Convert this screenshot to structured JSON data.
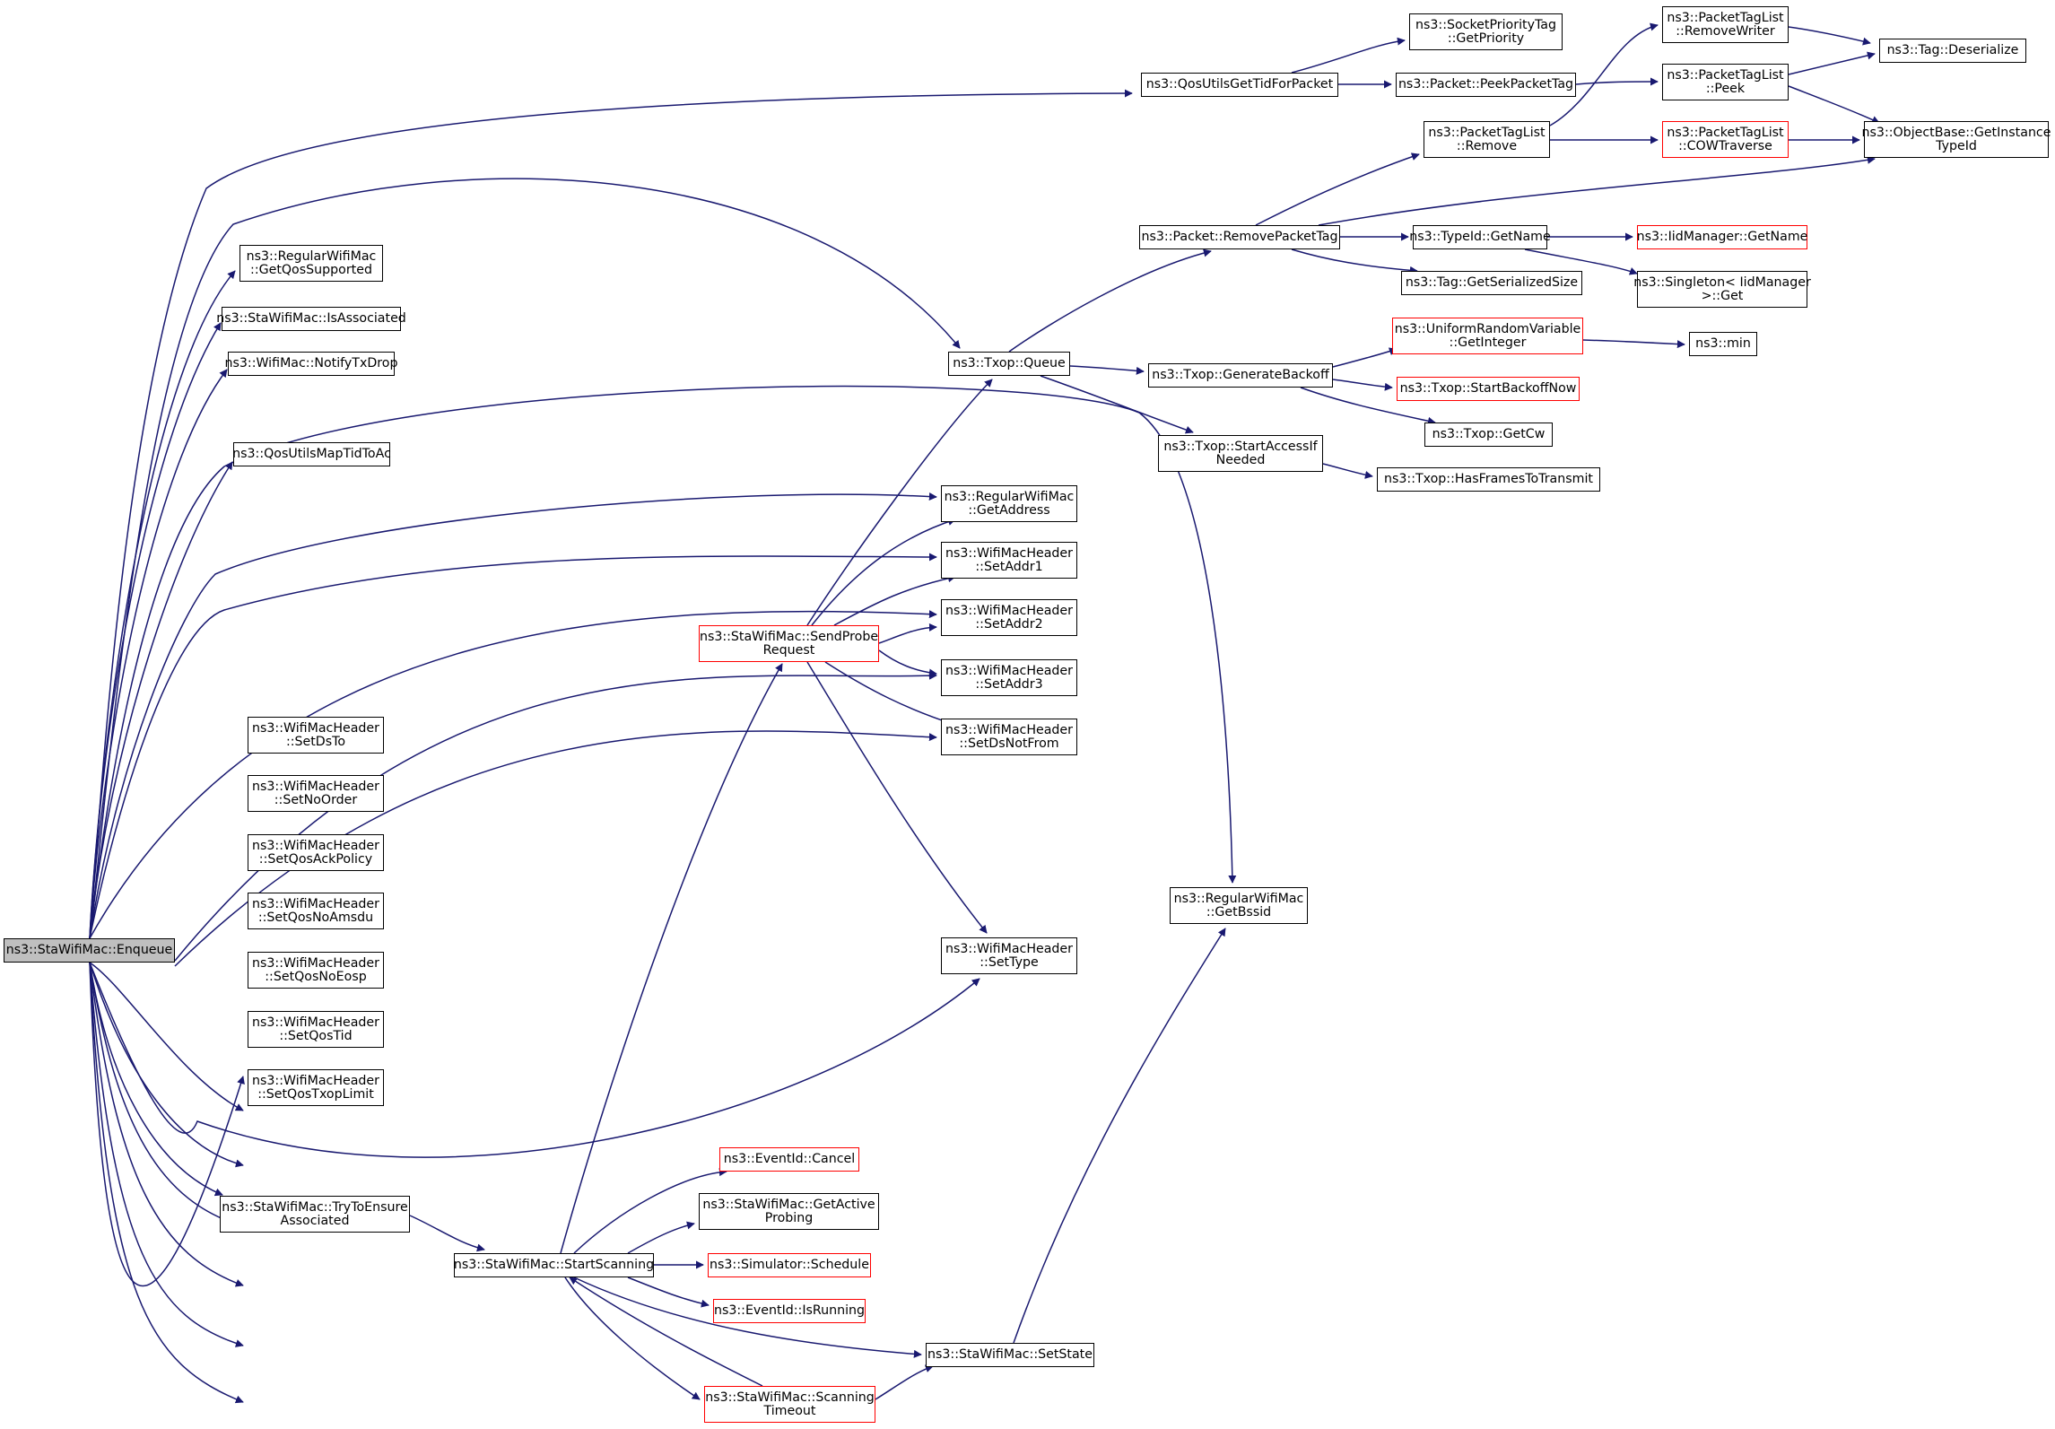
{
  "colors": {
    "edge": "#191970",
    "root_fill": "#bfbfbf",
    "node_border": "#000000",
    "incomplete_border": "#ff0000"
  },
  "nodes": {
    "enqueue": {
      "lines": [
        "ns3::StaWifiMac::Enqueue"
      ],
      "style": "root"
    },
    "qos_tid_for_packet": {
      "lines": [
        "ns3::QosUtilsGetTidForPacket"
      ],
      "style": "normal"
    },
    "socket_priority": {
      "lines": [
        "ns3::SocketPriorityTag",
        "::GetPriority"
      ],
      "style": "normal"
    },
    "peek_packet_tag": {
      "lines": [
        "ns3::Packet::PeekPacketTag"
      ],
      "style": "normal"
    },
    "ptl_remove_writer": {
      "lines": [
        "ns3::PacketTagList",
        "::RemoveWriter"
      ],
      "style": "normal"
    },
    "ptl_peek": {
      "lines": [
        "ns3::PacketTagList",
        "::Peek"
      ],
      "style": "normal"
    },
    "tag_deserialize": {
      "lines": [
        "ns3::Tag::Deserialize"
      ],
      "style": "normal"
    },
    "ptl_remove": {
      "lines": [
        "ns3::PacketTagList",
        "::Remove"
      ],
      "style": "normal"
    },
    "ptl_cow": {
      "lines": [
        "ns3::PacketTagList",
        "::COWTraverse"
      ],
      "style": "red"
    },
    "get_instance_typeid": {
      "lines": [
        "ns3::ObjectBase::GetInstance",
        "TypeId"
      ],
      "style": "normal"
    },
    "remove_packet_tag": {
      "lines": [
        "ns3::Packet::RemovePacketTag"
      ],
      "style": "normal"
    },
    "typeid_getname": {
      "lines": [
        "ns3::TypeId::GetName"
      ],
      "style": "normal"
    },
    "iid_getname": {
      "lines": [
        "ns3::IidManager::GetName"
      ],
      "style": "red"
    },
    "tag_serialized_size": {
      "lines": [
        "ns3::Tag::GetSerializedSize"
      ],
      "style": "normal"
    },
    "singleton_get": {
      "lines": [
        "ns3::Singleton< IidManager",
        ">::Get"
      ],
      "style": "normal"
    },
    "get_qos_supported": {
      "lines": [
        "ns3::RegularWifiMac",
        "::GetQosSupported"
      ],
      "style": "normal"
    },
    "is_associated": {
      "lines": [
        "ns3::StaWifiMac::IsAssociated"
      ],
      "style": "normal"
    },
    "notify_tx_drop": {
      "lines": [
        "ns3::WifiMac::NotifyTxDrop"
      ],
      "style": "normal"
    },
    "map_tid_to_ac": {
      "lines": [
        "ns3::QosUtilsMapTidToAc"
      ],
      "style": "normal"
    },
    "txop_queue": {
      "lines": [
        "ns3::Txop::Queue"
      ],
      "style": "normal"
    },
    "uniform_getinteger": {
      "lines": [
        "ns3::UniformRandomVariable",
        "::GetInteger"
      ],
      "style": "red"
    },
    "ns3_min": {
      "lines": [
        "ns3::min"
      ],
      "style": "normal"
    },
    "generate_backoff": {
      "lines": [
        "ns3::Txop::GenerateBackoff"
      ],
      "style": "normal"
    },
    "start_backoff_now": {
      "lines": [
        "ns3::Txop::StartBackoffNow"
      ],
      "style": "red"
    },
    "txop_getcw": {
      "lines": [
        "ns3::Txop::GetCw"
      ],
      "style": "normal"
    },
    "start_access": {
      "lines": [
        "ns3::Txop::StartAccessIf",
        "Needed"
      ],
      "style": "normal"
    },
    "has_frames": {
      "lines": [
        "ns3::Txop::HasFramesToTransmit"
      ],
      "style": "normal"
    },
    "get_address": {
      "lines": [
        "ns3::RegularWifiMac",
        "::GetAddress"
      ],
      "style": "normal"
    },
    "set_addr1": {
      "lines": [
        "ns3::WifiMacHeader",
        "::SetAddr1"
      ],
      "style": "normal"
    },
    "set_addr2": {
      "lines": [
        "ns3::WifiMacHeader",
        "::SetAddr2"
      ],
      "style": "normal"
    },
    "set_addr3": {
      "lines": [
        "ns3::WifiMacHeader",
        "::SetAddr3"
      ],
      "style": "normal"
    },
    "set_ds_not_from": {
      "lines": [
        "ns3::WifiMacHeader",
        "::SetDsNotFrom"
      ],
      "style": "normal"
    },
    "send_probe": {
      "lines": [
        "ns3::StaWifiMac::SendProbe",
        "Request"
      ],
      "style": "red"
    },
    "get_bssid": {
      "lines": [
        "ns3::RegularWifiMac",
        "::GetBssid"
      ],
      "style": "normal"
    },
    "set_type": {
      "lines": [
        "ns3::WifiMacHeader",
        "::SetType"
      ],
      "style": "normal"
    },
    "set_ds_to": {
      "lines": [
        "ns3::WifiMacHeader",
        "::SetDsTo"
      ],
      "style": "normal"
    },
    "set_no_order": {
      "lines": [
        "ns3::WifiMacHeader",
        "::SetNoOrder"
      ],
      "style": "normal"
    },
    "set_qos_ack": {
      "lines": [
        "ns3::WifiMacHeader",
        "::SetQosAckPolicy"
      ],
      "style": "normal"
    },
    "set_qos_no_amsdu": {
      "lines": [
        "ns3::WifiMacHeader",
        "::SetQosNoAmsdu"
      ],
      "style": "normal"
    },
    "set_qos_no_eosp": {
      "lines": [
        "ns3::WifiMacHeader",
        "::SetQosNoEosp"
      ],
      "style": "normal"
    },
    "set_qos_tid": {
      "lines": [
        "ns3::WifiMacHeader",
        "::SetQosTid"
      ],
      "style": "normal"
    },
    "set_qos_txop_limit": {
      "lines": [
        "ns3::WifiMacHeader",
        "::SetQosTxopLimit"
      ],
      "style": "normal"
    },
    "try_to_ensure": {
      "lines": [
        "ns3::StaWifiMac::TryToEnsure",
        "Associated"
      ],
      "style": "normal"
    },
    "start_scanning": {
      "lines": [
        "ns3::StaWifiMac::StartScanning"
      ],
      "style": "normal"
    },
    "eventid_cancel": {
      "lines": [
        "ns3::EventId::Cancel"
      ],
      "style": "red"
    },
    "get_active_probing": {
      "lines": [
        "ns3::StaWifiMac::GetActive",
        "Probing"
      ],
      "style": "normal"
    },
    "simulator_schedule": {
      "lines": [
        "ns3::Simulator::Schedule"
      ],
      "style": "red"
    },
    "eventid_isrunning": {
      "lines": [
        "ns3::EventId::IsRunning"
      ],
      "style": "red"
    },
    "set_state": {
      "lines": [
        "ns3::StaWifiMac::SetState"
      ],
      "style": "normal"
    },
    "scanning_timeout": {
      "lines": [
        "ns3::StaWifiMac::Scanning",
        "Timeout"
      ],
      "style": "red"
    }
  },
  "edges": [
    [
      "enqueue",
      "qos_tid_for_packet"
    ],
    [
      "enqueue",
      "txop_queue"
    ],
    [
      "enqueue",
      "get_qos_supported"
    ],
    [
      "enqueue",
      "is_associated"
    ],
    [
      "enqueue",
      "notify_tx_drop"
    ],
    [
      "enqueue",
      "get_bssid"
    ],
    [
      "enqueue",
      "map_tid_to_ac"
    ],
    [
      "enqueue",
      "get_address"
    ],
    [
      "enqueue",
      "set_addr1"
    ],
    [
      "enqueue",
      "set_addr2"
    ],
    [
      "enqueue",
      "set_addr3"
    ],
    [
      "enqueue",
      "set_ds_not_from"
    ],
    [
      "enqueue",
      "set_ds_to"
    ],
    [
      "enqueue",
      "set_no_order"
    ],
    [
      "enqueue",
      "set_qos_ack"
    ],
    [
      "enqueue",
      "set_qos_no_amsdu"
    ],
    [
      "enqueue",
      "set_qos_no_eosp"
    ],
    [
      "enqueue",
      "set_qos_tid"
    ],
    [
      "enqueue",
      "set_qos_txop_limit"
    ],
    [
      "enqueue",
      "set_type"
    ],
    [
      "enqueue",
      "try_to_ensure"
    ],
    [
      "qos_tid_for_packet",
      "socket_priority"
    ],
    [
      "qos_tid_for_packet",
      "peek_packet_tag"
    ],
    [
      "peek_packet_tag",
      "ptl_peek"
    ],
    [
      "ptl_peek",
      "tag_deserialize"
    ],
    [
      "ptl_peek",
      "get_instance_typeid"
    ],
    [
      "ptl_remove_writer",
      "tag_deserialize"
    ],
    [
      "ptl_remove",
      "ptl_remove_writer"
    ],
    [
      "ptl_remove",
      "ptl_cow"
    ],
    [
      "ptl_cow",
      "get_instance_typeid"
    ],
    [
      "remove_packet_tag",
      "ptl_remove"
    ],
    [
      "remove_packet_tag",
      "get_instance_typeid"
    ],
    [
      "remove_packet_tag",
      "typeid_getname"
    ],
    [
      "remove_packet_tag",
      "tag_serialized_size"
    ],
    [
      "typeid_getname",
      "iid_getname"
    ],
    [
      "typeid_getname",
      "singleton_get"
    ],
    [
      "txop_queue",
      "remove_packet_tag"
    ],
    [
      "txop_queue",
      "generate_backoff"
    ],
    [
      "txop_queue",
      "start_access"
    ],
    [
      "generate_backoff",
      "uniform_getinteger"
    ],
    [
      "generate_backoff",
      "start_backoff_now"
    ],
    [
      "generate_backoff",
      "txop_getcw"
    ],
    [
      "uniform_getinteger",
      "ns3_min"
    ],
    [
      "start_access",
      "has_frames"
    ],
    [
      "send_probe",
      "txop_queue"
    ],
    [
      "send_probe",
      "get_address"
    ],
    [
      "send_probe",
      "set_addr1"
    ],
    [
      "send_probe",
      "set_addr2"
    ],
    [
      "send_probe",
      "set_addr3"
    ],
    [
      "send_probe",
      "set_ds_not_from"
    ],
    [
      "send_probe",
      "set_type"
    ],
    [
      "try_to_ensure",
      "start_scanning"
    ],
    [
      "start_scanning",
      "send_probe"
    ],
    [
      "start_scanning",
      "eventid_cancel"
    ],
    [
      "start_scanning",
      "get_active_probing"
    ],
    [
      "start_scanning",
      "simulator_schedule"
    ],
    [
      "start_scanning",
      "eventid_isrunning"
    ],
    [
      "start_scanning",
      "set_state"
    ],
    [
      "start_scanning",
      "scanning_timeout"
    ],
    [
      "scanning_timeout",
      "start_scanning"
    ],
    [
      "scanning_timeout",
      "set_state"
    ],
    [
      "set_state",
      "get_bssid"
    ]
  ]
}
